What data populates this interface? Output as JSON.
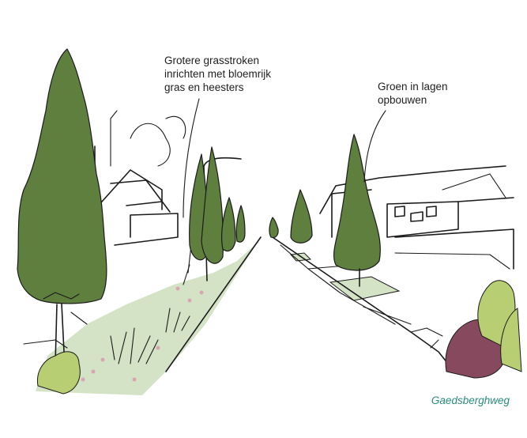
{
  "annotations": {
    "grass_strips": "Grotere grasstroken\ninrichten met bloemrijk\ngras en heesters",
    "layered_green": "Groen in lagen\nopbouwen"
  },
  "caption": "Gaedsberghweg",
  "colors": {
    "tree_green": "#5e7f3d",
    "grass_green": "#d4e3c6",
    "light_green_shrub": "#b7cf72",
    "purple_shrub": "#86495e",
    "flowers": "#d8a6b1",
    "caption_teal": "#2a8a7c"
  }
}
